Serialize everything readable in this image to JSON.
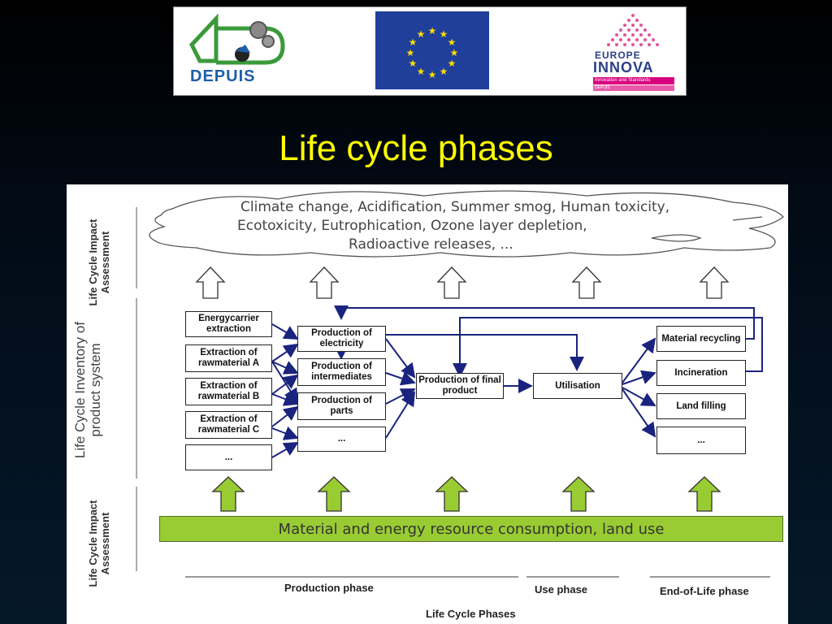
{
  "logos": {
    "depuis": "DEPUIS",
    "innova_line1": "EUROPE",
    "innova_line2": "INNOVA",
    "innova_bar1": "Innovation and Standards",
    "innova_bar2": "DEPUIS"
  },
  "title": "Life cycle phases",
  "left_labels": {
    "top": "Life Cycle Impact Assessment",
    "middle": "Life Cycle Inventory of product system",
    "bottom": "Life Cycle Impact Assessment"
  },
  "cloud": {
    "line1": "Climate change, Acidification, Summer smog, Human toxicity,",
    "line2": "Ecotoxicity, Eutrophication, Ozone layer depletion,",
    "line3": "Radioactive releases, ..."
  },
  "raw_boxes": [
    "Energycarrier extraction",
    "Extraction of rawmaterial A",
    "Extraction of rawmaterial B",
    "Extraction of rawmaterial C",
    "..."
  ],
  "production_boxes": [
    "Production of electricity",
    "Production of intermediates",
    "Production of parts",
    "..."
  ],
  "final_product": "Production of final product",
  "utilisation": "Utilisation",
  "eol_boxes": [
    "Material recycling",
    "Incineration",
    "Land filling",
    "..."
  ],
  "resource_bar": "Material and energy resource consumption, land use",
  "phases": {
    "production": "Production phase",
    "use": "Use phase",
    "eol": "End-of-Life phase",
    "caption": "Life Cycle Phases"
  },
  "colors": {
    "title": "#ffff00",
    "green_bar": "#99cc33",
    "green_arrow": "#99cc33",
    "eu_blue": "#1f3f9a",
    "arrow_navy": "#1a237e"
  }
}
